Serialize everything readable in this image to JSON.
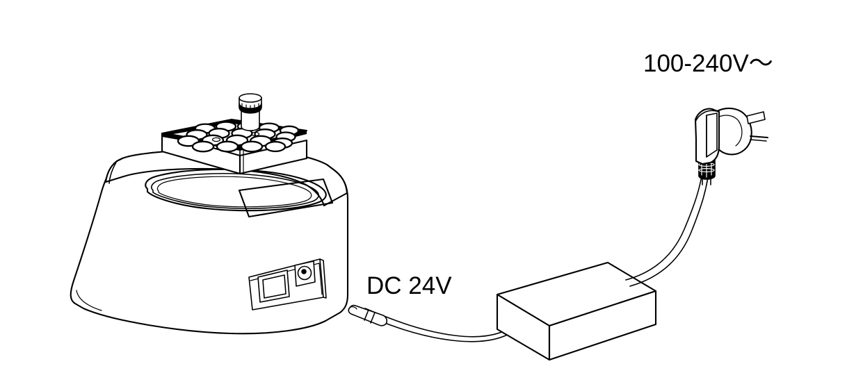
{
  "diagram": {
    "title": "Dry bath incubator power connection diagram",
    "background_color": "#ffffff",
    "line_color": "#000000",
    "style": "technical line art, isometric",
    "labels": {
      "dc_label": "DC 24V",
      "ac_label": "100-240V～"
    },
    "components": {
      "device": {
        "name": "dry-bath-incubator",
        "features": [
          "recessed top platform",
          "front display panel",
          "rear control panel"
        ]
      },
      "heating_block": {
        "name": "heating-block",
        "well_rows": 4,
        "well_columns": 5,
        "well_count": 20,
        "tube_count": 1
      },
      "rocker_switch": {
        "name": "power-rocker-switch"
      },
      "dc_jack": {
        "name": "dc-power-jack"
      },
      "dc_connector": {
        "name": "dc-barrel-connector"
      },
      "power_adapter": {
        "name": "ac-dc-power-adapter-brick"
      },
      "mains_plug": {
        "name": "ac-mains-plug",
        "prongs": 2,
        "shape": "right-angle"
      }
    }
  }
}
